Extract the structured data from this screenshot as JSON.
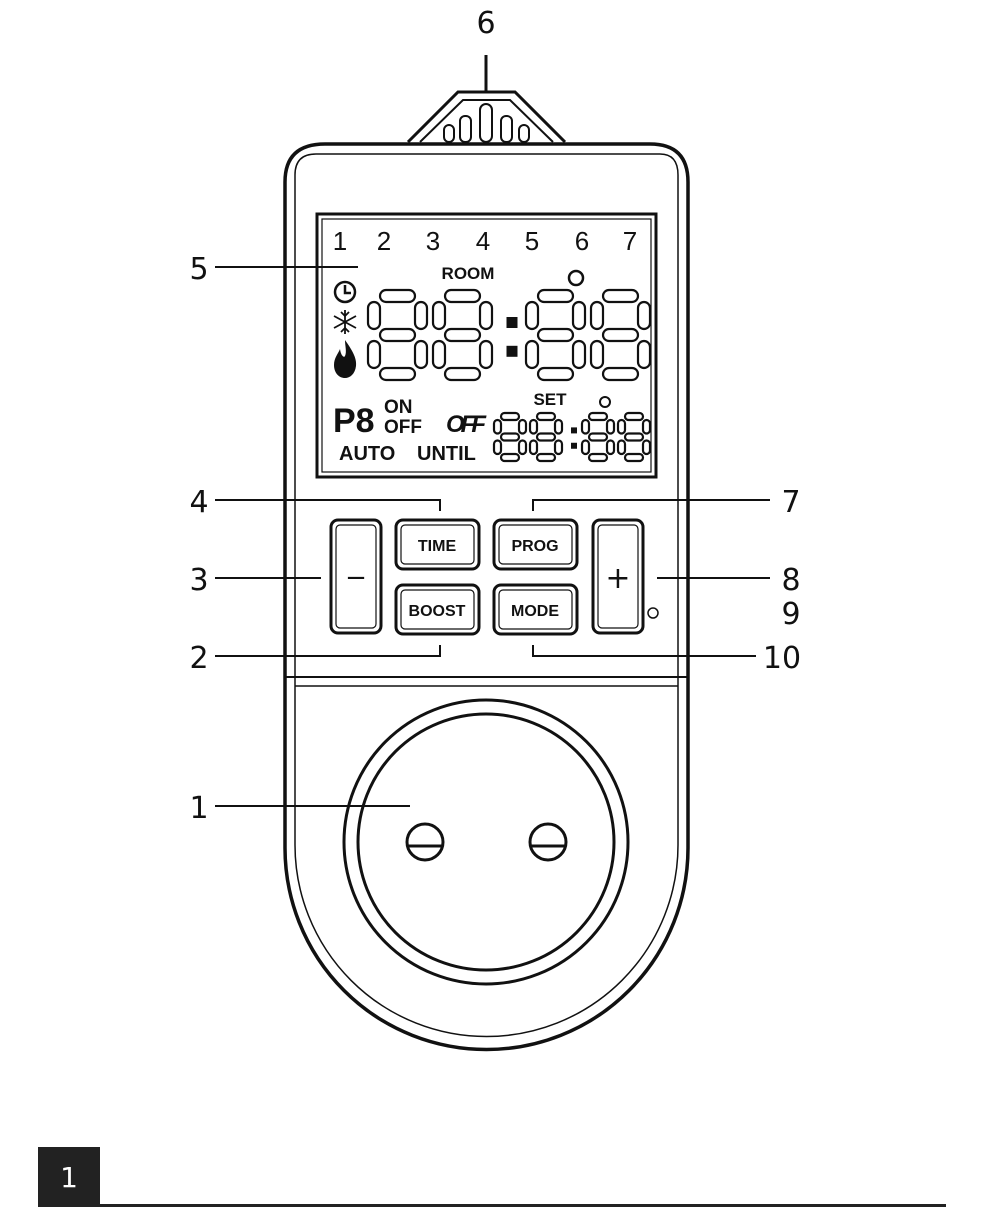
{
  "lcd": {
    "days": [
      "1",
      "2",
      "3",
      "4",
      "5",
      "6",
      "7"
    ],
    "room_label": "ROOM",
    "main_time": "88:88",
    "program": "P8",
    "on_label": "ON",
    "off_label": "OFF",
    "off_italic": "OFF",
    "auto_label": "AUTO",
    "until_label": "UNTIL",
    "set_label": "SET",
    "set_time": "88:88"
  },
  "buttons": {
    "minus": "−",
    "time": "TIME",
    "boost": "BOOST",
    "prog": "PROG",
    "mode": "MODE",
    "plus": "+"
  },
  "callouts": {
    "c1": "1",
    "c2": "2",
    "c3": "3",
    "c4": "4",
    "c5": "5",
    "c6": "6",
    "c7": "7",
    "c8": "8",
    "c9": "9",
    "c10": "10"
  },
  "figure_number": "1"
}
